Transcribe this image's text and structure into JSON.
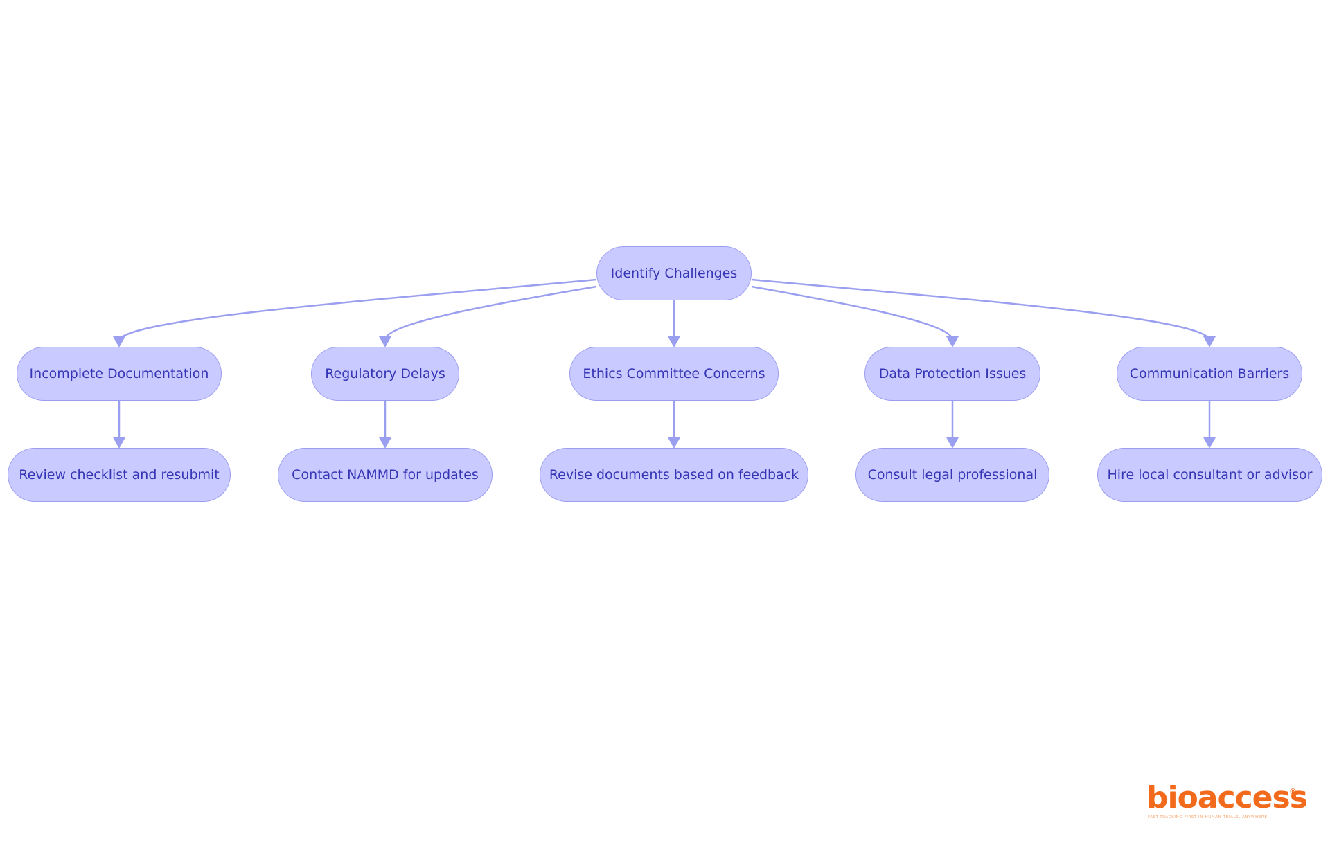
{
  "diagram": {
    "root": {
      "id": "root",
      "label": "Identify Challenges"
    },
    "challenges": [
      {
        "id": "c0",
        "label": "Incomplete Documentation",
        "action": "Review checklist and resubmit"
      },
      {
        "id": "c1",
        "label": "Regulatory Delays",
        "action": "Contact NAMMD for updates"
      },
      {
        "id": "c2",
        "label": "Ethics Committee Concerns",
        "action": "Revise documents based on feedback"
      },
      {
        "id": "c3",
        "label": "Data Protection Issues",
        "action": "Consult legal professional"
      },
      {
        "id": "c4",
        "label": "Communication Barriers",
        "action": "Hire local consultant or advisor"
      }
    ],
    "colors": {
      "node_fill": "#c9caff",
      "node_border": "#9b9df0",
      "node_text": "#3535b5",
      "edge": "#9b9ff0"
    }
  },
  "logo": {
    "text": "bioaccess",
    "registered_mark": "®",
    "tagline": "FAST-TRACKING FIRST-IN-HUMAN TRIALS, ANYWHERE",
    "color": "#f26a1b"
  }
}
